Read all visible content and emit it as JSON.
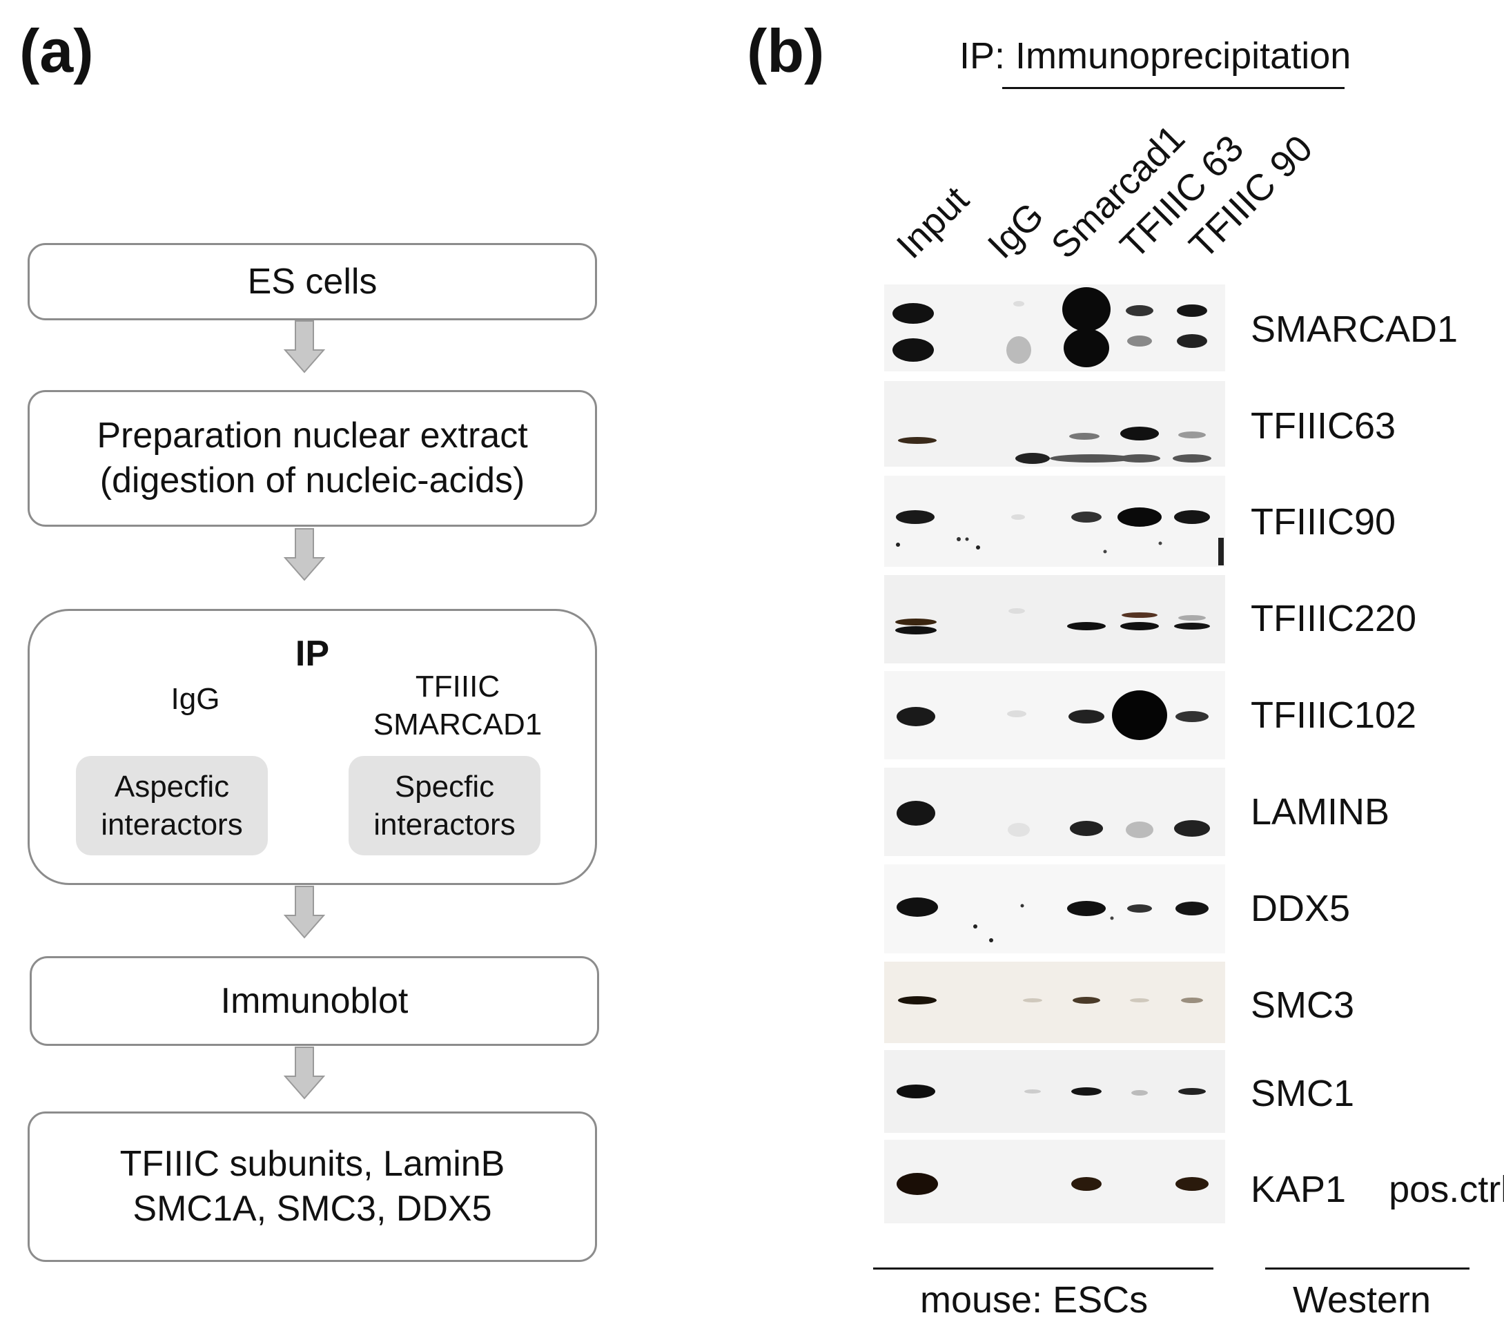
{
  "panel_a": {
    "label": "(a)",
    "steps": {
      "s1": "ES cells",
      "s2_line1": "Preparation nuclear extract",
      "s2_line2": "(digestion of nucleic-acids)",
      "ip_title": "IP",
      "ip_igg": "IgG",
      "ip_targets_line1": "TFIIIC",
      "ip_targets_line2": "SMARCAD1",
      "aspecific_line1": "Aspecfic",
      "aspecific_line2": "interactors",
      "specific_line1": "Specfic",
      "specific_line2": "interactors",
      "s4": "Immunoblot",
      "s5_line1": "TFIIIC subunits, LaminB",
      "s5_line2": "SMC1A, SMC3, DDX5"
    }
  },
  "panel_b": {
    "label": "(b)",
    "ip_header": "IP: Immunoprecipitation",
    "lanes": [
      "Input",
      "IgG",
      "Smarcad1",
      "TFIIIC 63",
      "TFIIIC 90"
    ],
    "rows": [
      {
        "label": "SMARCAD1",
        "bg": "#f4f4f4"
      },
      {
        "label": "TFIIIC63",
        "bg": "#f2f2f2"
      },
      {
        "label": "TFIIIC90",
        "bg": "#f5f5f5"
      },
      {
        "label": "TFIIIC220",
        "bg": "#f0f0f0"
      },
      {
        "label": "TFIIIC102",
        "bg": "#f6f6f6"
      },
      {
        "label": "LAMINB",
        "bg": "#f3f3f3"
      },
      {
        "label": "DDX5",
        "bg": "#f7f7f7"
      },
      {
        "label": "SMC3",
        "bg": "#f2eee8"
      },
      {
        "label": "SMC1",
        "bg": "#f1f1f1"
      },
      {
        "label": "KAP1",
        "bg": "#f3f3f3"
      }
    ],
    "kap1_note": "pos.ctrl",
    "footer_left": "mouse: ESCs",
    "footer_right": "Western"
  }
}
